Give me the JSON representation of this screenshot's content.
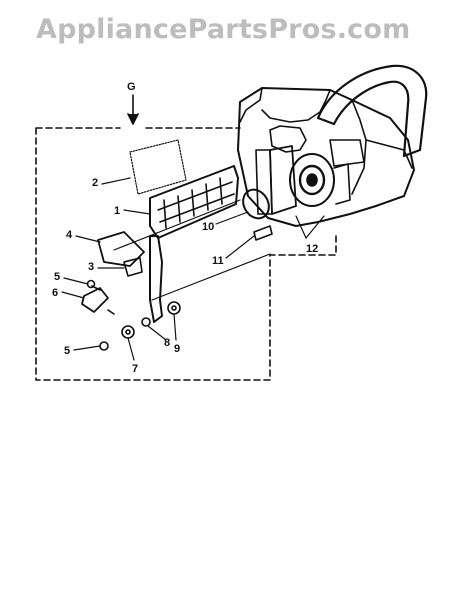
{
  "watermark": "AppliancePartsPros.com",
  "group_label": "G",
  "callouts": {
    "c1": "1",
    "c2": "2",
    "c3": "3",
    "c4": "4",
    "c5a": "5",
    "c5b": "5",
    "c6": "6",
    "c7": "7",
    "c8": "8",
    "c9": "9",
    "c10": "10",
    "c11": "11",
    "c12": "12"
  },
  "colors": {
    "line": "#111111",
    "watermark": "#bdbdbd",
    "background": "#ffffff"
  }
}
